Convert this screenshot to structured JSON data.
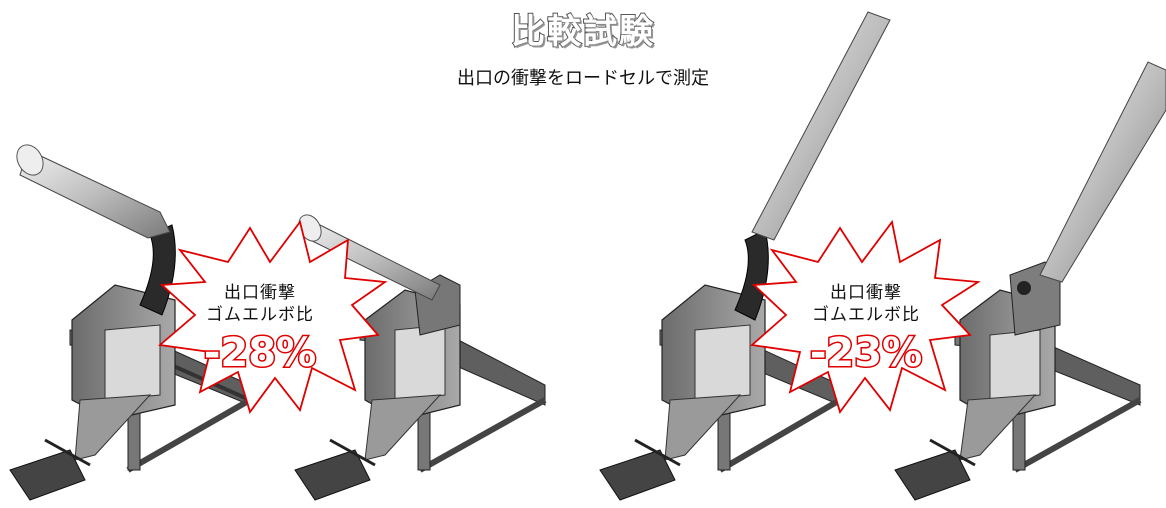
{
  "title": "比較試験",
  "subtitle": "出口の衝撃をロードセルで測定",
  "comparisons": [
    {
      "line1": "出口衝撃",
      "line2": "ゴムエルボ比",
      "value": "-28%"
    },
    {
      "line1": "出口衝撃",
      "line2": "ゴムエルボ比",
      "value": "-23%"
    }
  ],
  "colors": {
    "accent_red": "#e00000",
    "burst_stroke": "#e00000",
    "machine_gray": "#8a8a8a",
    "pipe_dark": "#2a2a2a"
  }
}
